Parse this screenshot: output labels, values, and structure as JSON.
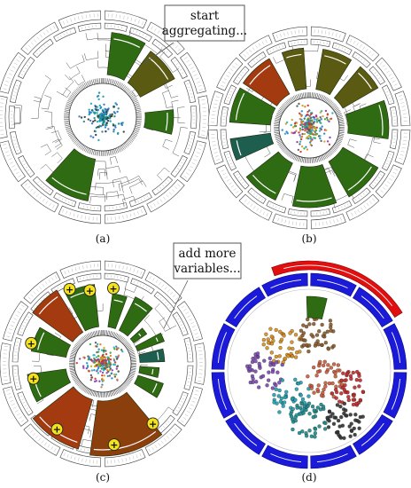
{
  "panels": [
    {
      "id": "a",
      "label": "(a)"
    },
    {
      "id": "b",
      "label": "(b)"
    },
    {
      "id": "c",
      "label": "(c)"
    },
    {
      "id": "d",
      "label": "(d)"
    }
  ],
  "callouts": {
    "a": {
      "line1": "start",
      "line2": "aggregating..."
    },
    "c": {
      "line1": "add more",
      "line2": "variables..."
    }
  },
  "plus_symbol": "+",
  "colors": {
    "dark_green": "#2e6b12",
    "olive": "#5b5a12",
    "teal": "#1e5e4e",
    "rust": "#a33a10",
    "brown": "#8a3f0c",
    "blue_ring": "#1a1ad8",
    "red_arc": "#e01010",
    "plus_badge": "#f4e21a"
  }
}
